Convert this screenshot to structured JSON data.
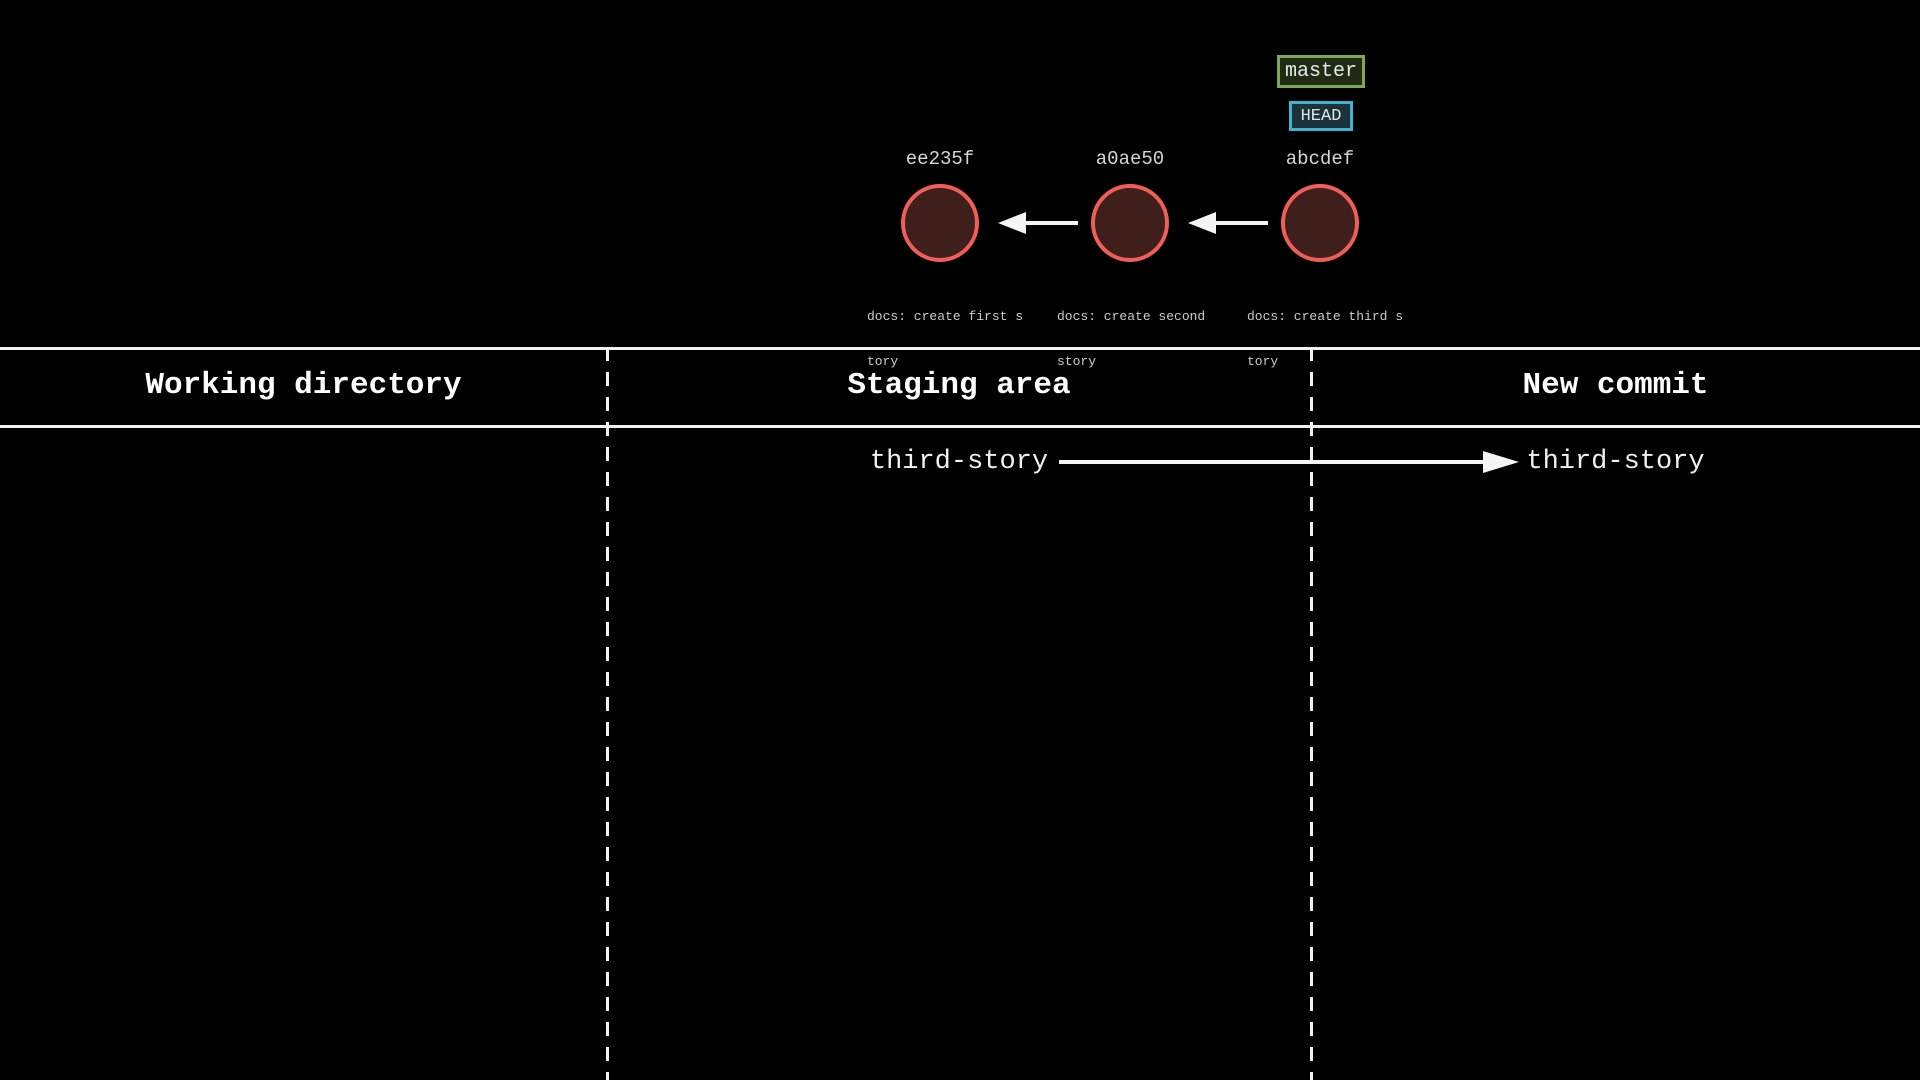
{
  "colors": {
    "background": "#000000",
    "commit_node_border": "#ef5f57",
    "commit_node_fill": "#3f1f1b",
    "branch_label_border": "#7ca857",
    "branch_label_bg": "#212b13",
    "head_label_border": "#3fb4d2",
    "head_label_bg": "#1b323b",
    "text_primary": "#ffffff",
    "text_secondary": "#cbcbcb",
    "arrow": "#f5f5f5"
  },
  "git_graph": {
    "branch_label": "master",
    "head_label": "HEAD",
    "commits": [
      {
        "hash": "ee235f",
        "message": "docs: create first story",
        "message_lines": [
          "docs: create first s",
          "tory"
        ]
      },
      {
        "hash": "a0ae50",
        "message": "docs: create second story",
        "message_lines": [
          "docs: create second",
          "story"
        ]
      },
      {
        "hash": "abcdef",
        "message": "docs: create third story",
        "message_lines": [
          "docs: create third s",
          "tory"
        ]
      }
    ]
  },
  "table": {
    "columns": [
      {
        "header": "Working directory"
      },
      {
        "header": "Staging area"
      },
      {
        "header": "New commit"
      }
    ]
  },
  "staging_flow": {
    "source_label": "third-story",
    "target_label": "third-story"
  }
}
